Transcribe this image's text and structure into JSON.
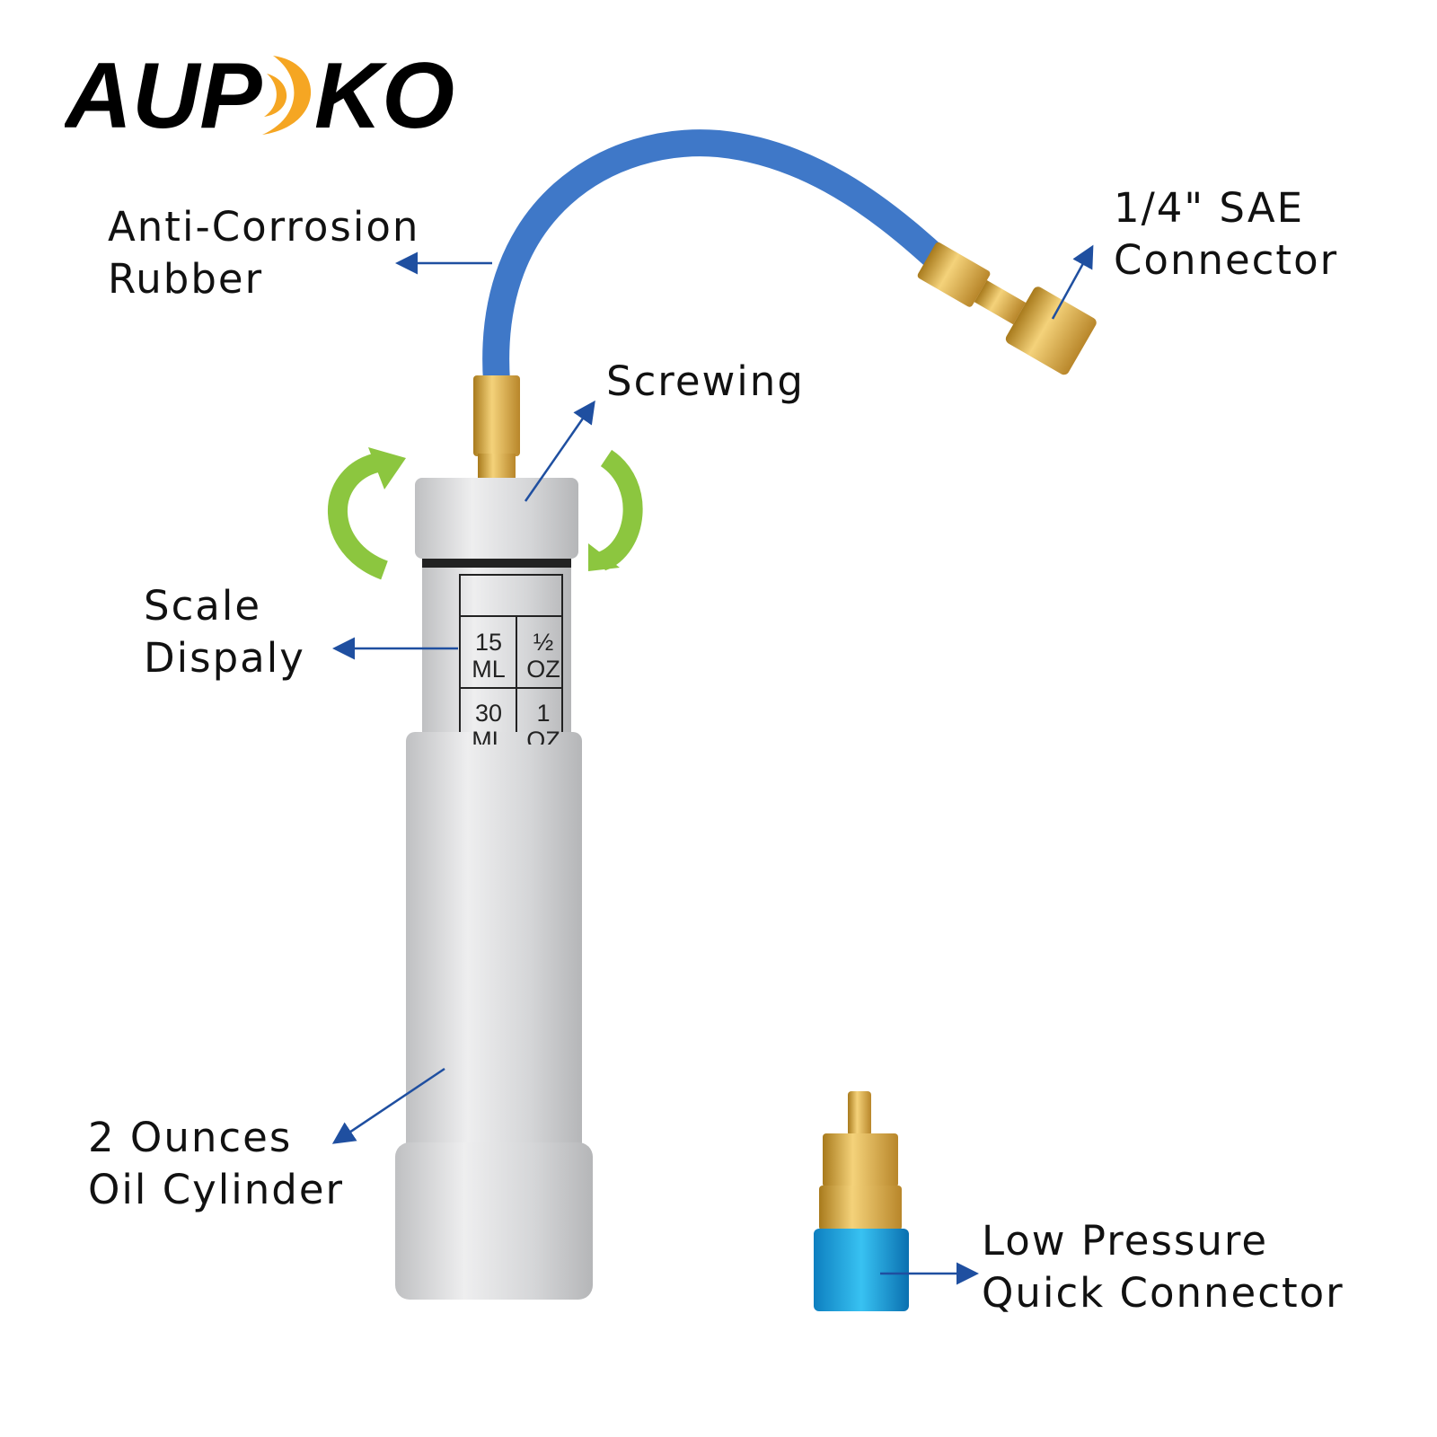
{
  "brand": {
    "logo_text": "AUPOKO",
    "logo_colors": {
      "text": "#000000",
      "accent": "#f5a623"
    }
  },
  "callouts": [
    {
      "id": "rubber",
      "lines": [
        "Anti-Corrosion",
        "Rubber"
      ]
    },
    {
      "id": "sae",
      "lines": [
        "1/4\" SAE",
        "Connector"
      ]
    },
    {
      "id": "screwing",
      "lines": [
        "Screwing"
      ]
    },
    {
      "id": "scale",
      "lines": [
        "Scale",
        "Dispaly"
      ]
    },
    {
      "id": "cylinder",
      "lines": [
        "2 Ounces",
        "Oil Cylinder"
      ]
    },
    {
      "id": "quick",
      "lines": [
        "Low Pressure",
        "Quick Connector"
      ]
    }
  ],
  "scale_marks": [
    {
      "ml": [
        "15",
        "ML"
      ],
      "oz": [
        "½",
        "OZ"
      ]
    },
    {
      "ml": [
        "30",
        "ML"
      ],
      "oz": [
        "1",
        "OZ"
      ]
    }
  ],
  "colors": {
    "arrow": "#1f4fa0",
    "hose": "#3f78c8",
    "brass": "#d6a93a",
    "rotate_arrow": "#8cc63f",
    "quick_connector": "#1aa0e0",
    "aluminum": "#d9dadc"
  }
}
